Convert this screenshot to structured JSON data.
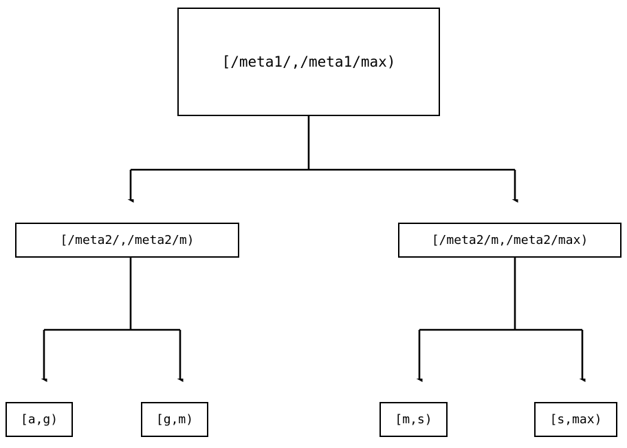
{
  "diagram": {
    "type": "tree",
    "title": "",
    "background_color": "#ffffff",
    "line_color": "#000000",
    "text_color": "#000000",
    "nodes": {
      "root": {
        "label": "[/meta1/,/meta1/max)"
      },
      "mid_left": {
        "label": "[/meta2/,/meta2/m)"
      },
      "mid_right": {
        "label": "[/meta2/m,/meta2/max)"
      },
      "leaf_1": {
        "label": "[a,g)"
      },
      "leaf_2": {
        "label": "[g,m)"
      },
      "leaf_3": {
        "label": "[m,s)"
      },
      "leaf_4": {
        "label": "[s,max)"
      }
    },
    "edges": [
      {
        "from": "root",
        "to": "mid_left",
        "arrow": "down-triangle"
      },
      {
        "from": "root",
        "to": "mid_right",
        "arrow": "down-triangle"
      },
      {
        "from": "mid_left",
        "to": "leaf_1",
        "arrow": "down-triangle"
      },
      {
        "from": "mid_left",
        "to": "leaf_2",
        "arrow": "down-triangle"
      },
      {
        "from": "mid_right",
        "to": "leaf_3",
        "arrow": "down-triangle"
      },
      {
        "from": "mid_right",
        "to": "leaf_4",
        "arrow": "down-triangle"
      }
    ]
  }
}
